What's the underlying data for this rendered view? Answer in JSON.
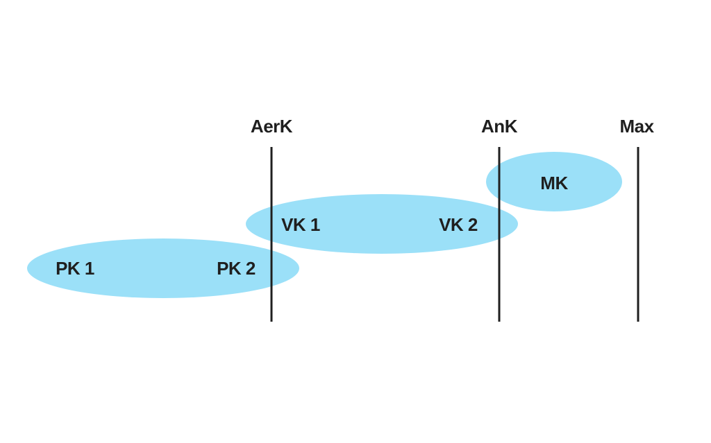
{
  "colors": {
    "zone_fill": "#9be0f8",
    "line": "#1f1f1f",
    "text": "#1f1f1f",
    "background": "#ffffff"
  },
  "thresholds": {
    "aerk": "AerK",
    "ank": "AnK",
    "max": "Max"
  },
  "zones": {
    "pk": {
      "left_label": "PK 1",
      "right_label": "PK 2"
    },
    "vk": {
      "left_label": "VK 1",
      "right_label": "VK 2"
    },
    "mk": {
      "label": "MK"
    }
  }
}
